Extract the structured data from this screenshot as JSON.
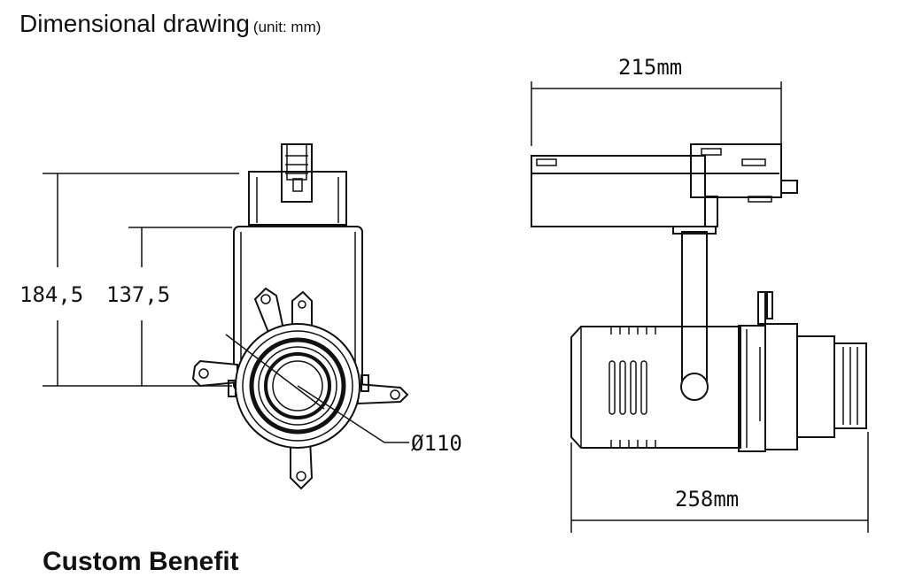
{
  "title": "Dimensional drawing",
  "unit_note": "(unit: mm)",
  "footer_text": "Custom    Benefit",
  "dimensions": {
    "total_height": "184,5",
    "body_height": "137,5",
    "lens_diameter": "Ø110",
    "width_top": "215mm",
    "length": "258mm"
  }
}
